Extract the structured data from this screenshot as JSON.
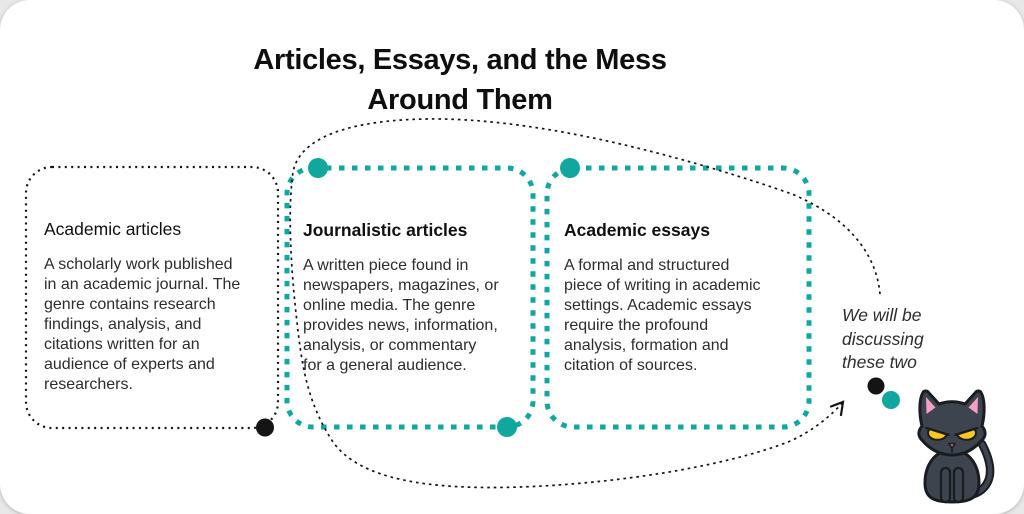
{
  "page": {
    "title": "Articles, Essays, and the Mess\nAround Them"
  },
  "colors": {
    "teal_accent": "#10a79e",
    "ink": "#141414",
    "body_text": "#2d2d2d",
    "card_background": "#ffffff",
    "page_background": "#e8e8e8",
    "cat_fur": "#3d444d",
    "cat_inner_ear": "#f59fc5",
    "cat_eye": "#ffc71f",
    "cat_nose": "#f2699c"
  },
  "boxes": [
    {
      "id": "academic-articles",
      "title": "Academic articles",
      "border_style": "black-dotted",
      "body": "A scholarly work published\nin an academic journal. The\ngenre contains research\nfindings, analysis, and\ncitations written for an\naudience of experts and\nresearchers."
    },
    {
      "id": "journalistic-articles",
      "title": "Journalistic articles",
      "border_style": "teal-dashed",
      "body": "A written piece found in\nnewspapers, magazines, or\nonline media. The genre\nprovides news, information,\nanalysis, or commentary\nfor a general audience."
    },
    {
      "id": "academic-essays",
      "title": "Academic essays",
      "border_style": "teal-dashed",
      "body": "A formal and structured\npiece of writing in academic\nsettings. Academic essays\nrequire the profound\nanalysis, formation and\ncitation of sources."
    }
  ],
  "annotation": {
    "note": "We will be\ndiscussing\nthese two"
  },
  "decorations": {
    "loop": "dotted-loop-around-journalistic-and-essay-boxes",
    "arrow": "dashed-arrow-pointing-to-dots",
    "dots": [
      "black-dot-box1-corner",
      "teal-dot-box2-top",
      "teal-dot-box2-bottom",
      "teal-dot-box3-top",
      "black-dot-near-note",
      "teal-dot-near-note"
    ],
    "cat": "grumpy-black-cat-illustration"
  }
}
